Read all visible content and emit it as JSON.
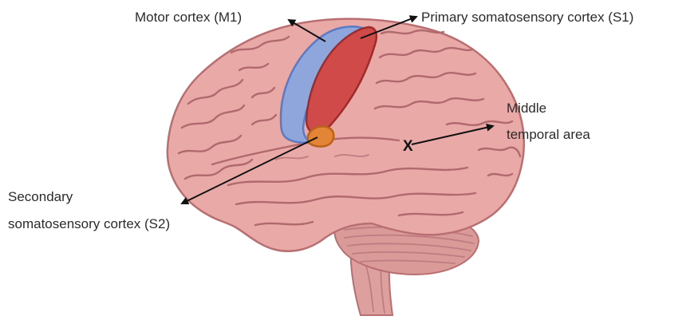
{
  "labels": {
    "motor_cortex": "Motor cortex (M1)",
    "primary_somatosensory": "Primary somatosensory cortex (S1)",
    "middle_temporal_line1": "Middle",
    "middle_temporal_line2": "temporal area",
    "secondary_somatosensory_line1": "Secondary",
    "secondary_somatosensory_line2": "somatosensory cortex (S2)",
    "mt_marker": "X"
  },
  "colors": {
    "brain_fill": "#e9a9a7",
    "brain_outline": "#b96f72",
    "cerebellum_fill": "#d99a98",
    "brainstem_fill": "#dda09f",
    "motor_cortex_fill": "#8ea6dc",
    "motor_cortex_outline": "#5a7bc4",
    "s1_fill": "#d14a4a",
    "s1_outline": "#9c2d2d",
    "s2_fill": "#e38436",
    "s2_outline": "#b8621c",
    "arrow": "#111111",
    "text": "#2b2b2b"
  }
}
